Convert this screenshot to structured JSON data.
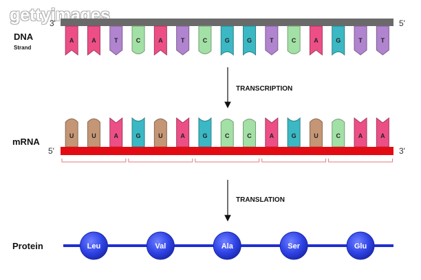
{
  "watermark": "gettyimages",
  "labels": {
    "dna": "DNA",
    "strand": "Strand",
    "mrna": "mRNA",
    "protein": "Protein",
    "transcription": "TRANSCRIPTION",
    "translation": "TRANSLATION",
    "dna_left_end": "3'",
    "dna_right_end": "5'",
    "mrna_left_end": "5'",
    "mrna_right_end": "3'"
  },
  "dna_bases": [
    "A",
    "A",
    "T",
    "C",
    "A",
    "T",
    "C",
    "G",
    "G",
    "T",
    "C",
    "A",
    "G",
    "T",
    "T"
  ],
  "mrna_bases": [
    "U",
    "U",
    "A",
    "G",
    "U",
    "A",
    "G",
    "C",
    "C",
    "A",
    "G",
    "U",
    "C",
    "A",
    "A"
  ],
  "amino_acids": [
    "Leu",
    "Val",
    "Ala",
    "Ser",
    "Glu"
  ],
  "colors": {
    "A": "#ec4f86",
    "T": "#b184cf",
    "C": "#a3e0a6",
    "G": "#3bb8c3",
    "U": "#c49675",
    "dna_backbone": "#6a6a6a",
    "mrna_backbone": "#e30b13",
    "codon_bracket": "#e07a7a",
    "protein_line": "#1f2fd0",
    "amino_acid": "#2f43e6"
  }
}
